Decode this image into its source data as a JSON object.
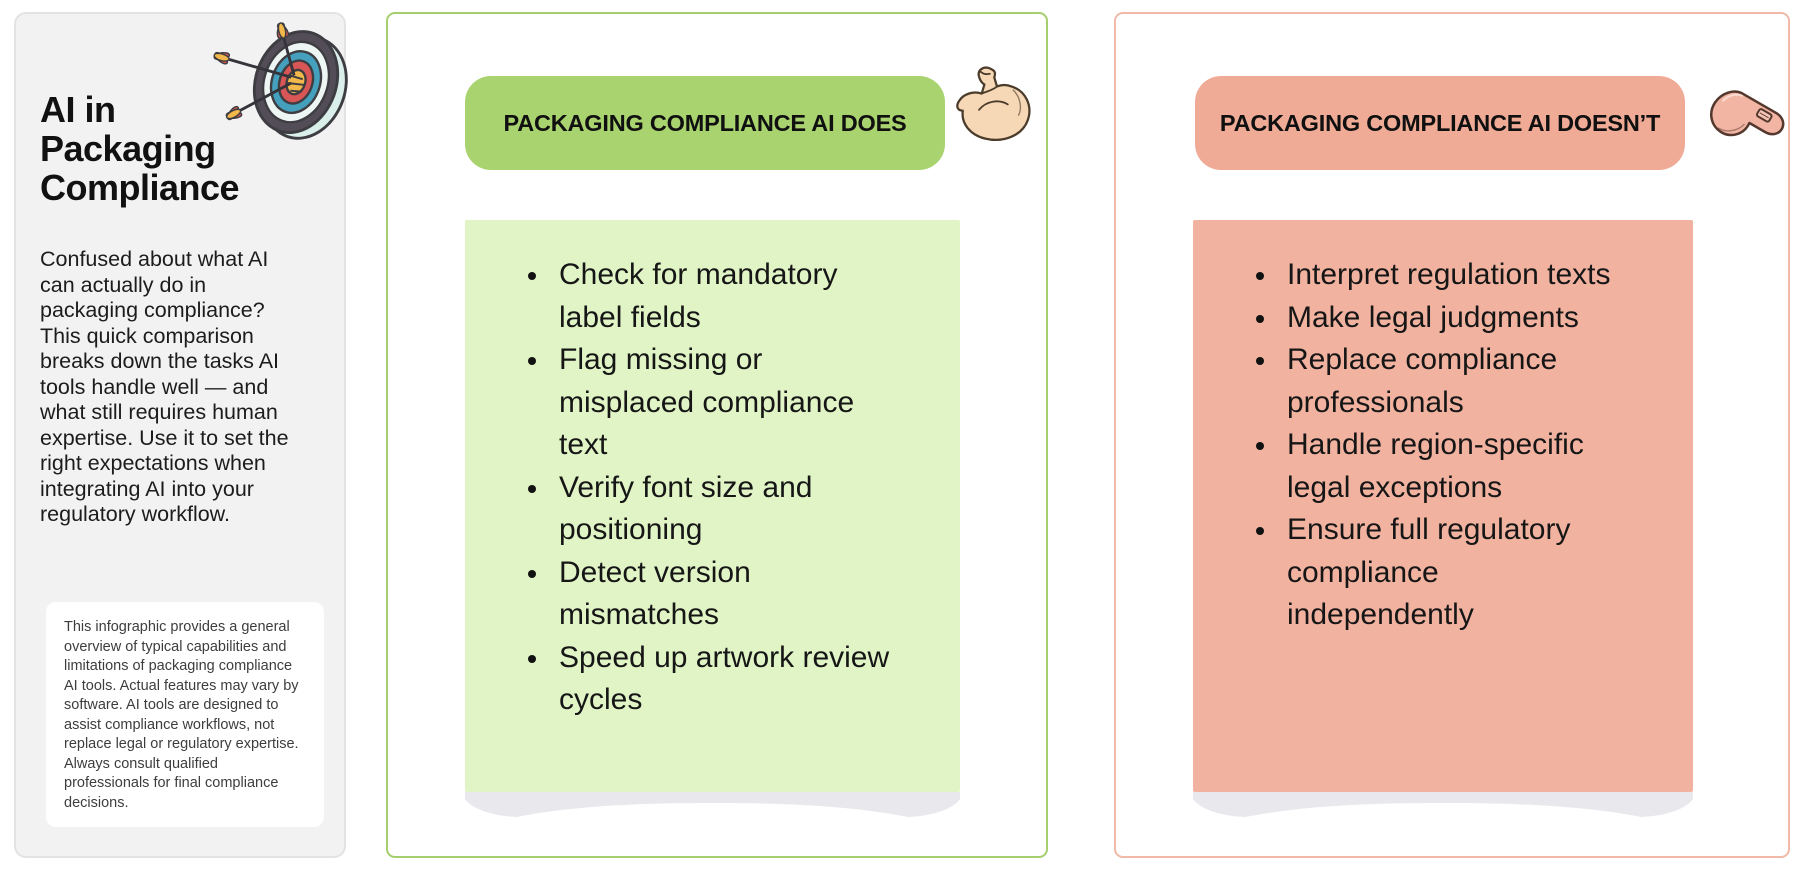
{
  "intro": {
    "title": "AI in\nPackaging\nCompliance",
    "description": "Confused about what AI\ncan actually do in\npackaging compliance?\nThis quick comparison\nbreaks down the tasks AI\ntools handle well — and\nwhat still requires human\nexpertise. Use it to set the\nright expectations when\nintegrating AI into your\nregulatory workflow.",
    "disclaimer": "This infographic provides a general\noverview of typical capabilities and\nlimitations of packaging compliance\nAI tools. Actual features may vary by\nsoftware. AI tools are designed to\nassist compliance workflows, not\nreplace legal or regulatory expertise.\nAlways consult qualified\nprofessionals for final compliance\ndecisions.",
    "icon": "dartboard-target-icon"
  },
  "does_card": {
    "header": "PACKAGING COMPLIANCE AI DOES",
    "icon": "flexed-bicep-icon",
    "items": [
      "Check for mandatory\nlabel fields",
      "Flag missing or\nmisplaced compliance\ntext",
      "Verify font size and\npositioning",
      "Detect version\nmismatches",
      "Speed up artwork review\ncycles"
    ]
  },
  "doesnt_card": {
    "header": "PACKAGING COMPLIANCE AI DOESN’T",
    "icon": "whistle-icon",
    "items": [
      "Interpret regulation texts",
      "Make legal judgments",
      "Replace compliance\nprofessionals",
      "Handle region-specific\nlegal exceptions",
      "Ensure full regulatory\ncompliance\nindependently"
    ]
  },
  "colors": {
    "does_border": "#a5cf6d",
    "does_header": "#a9d36f",
    "does_fill": "#e1f4c6",
    "doesnt_border": "#f2b8a8",
    "doesnt_header": "#f0ab96",
    "doesnt_fill": "#f1b2a0",
    "intro_panel_bg": "#f2f2f3",
    "disclaimer_bg": "#ffffff"
  }
}
